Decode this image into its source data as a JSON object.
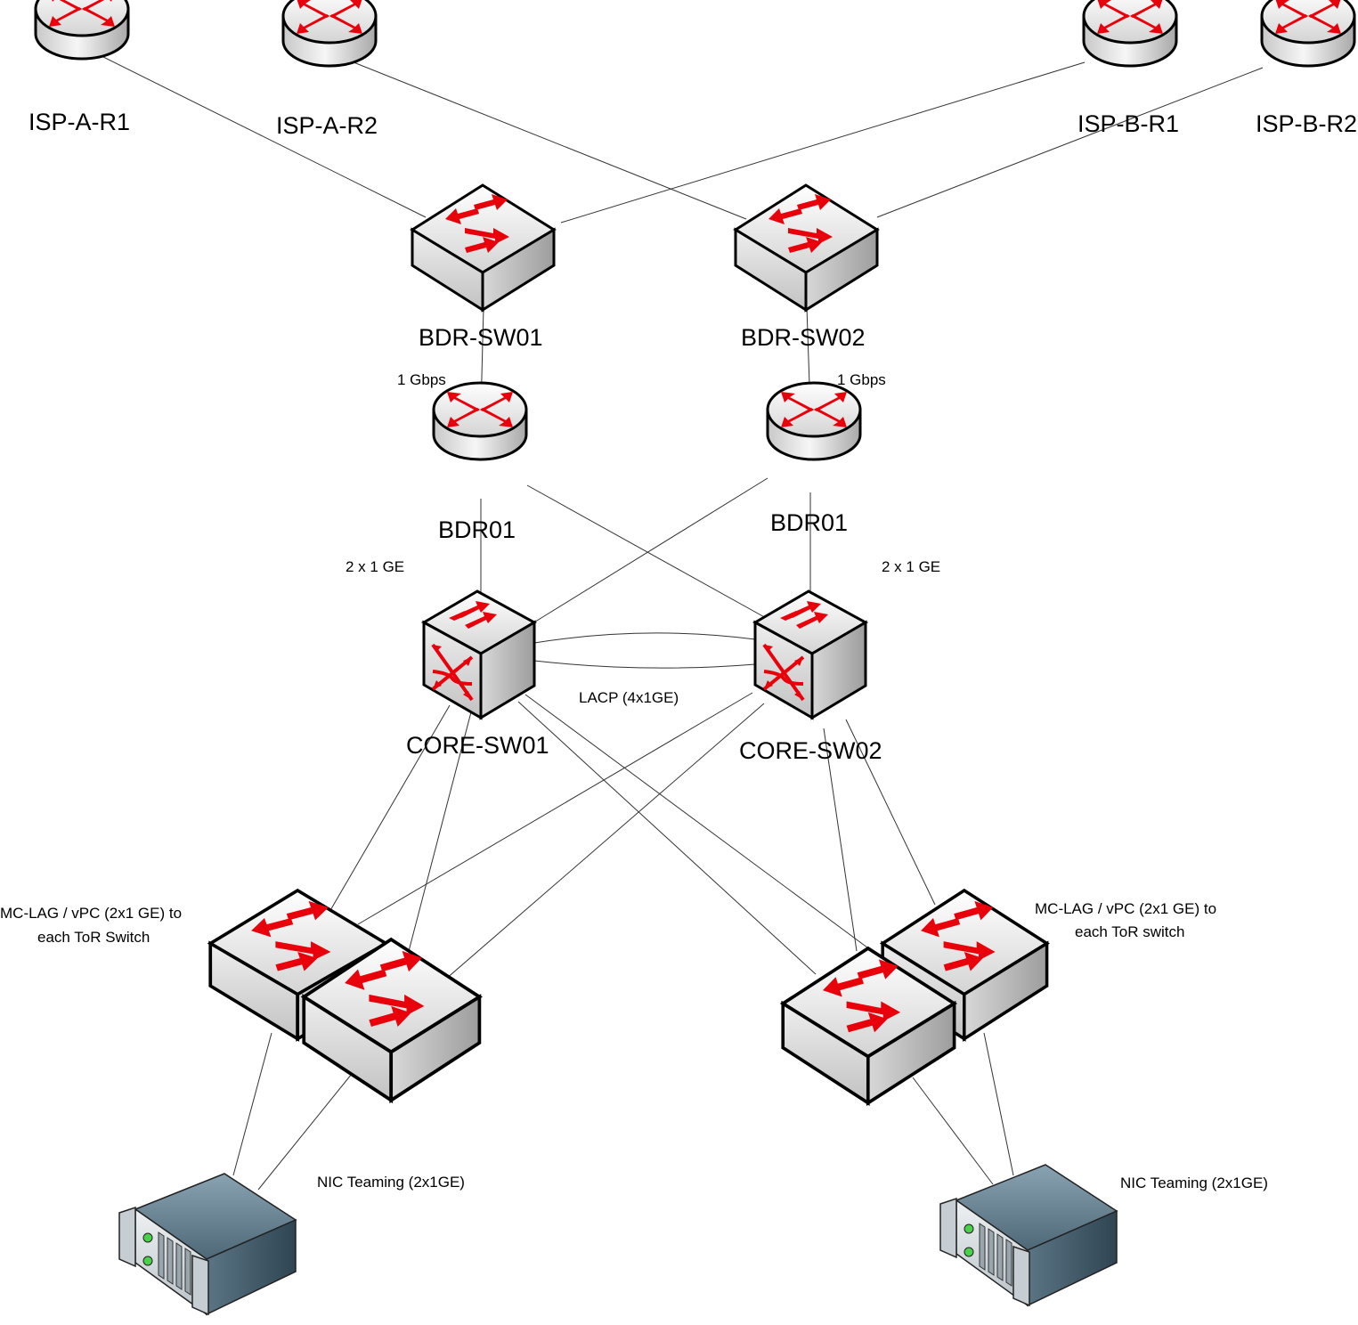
{
  "nodes": {
    "isp_a_r1": "ISP-A-R1",
    "isp_a_r2": "ISP-A-R2",
    "isp_b_r1": "ISP-B-R1",
    "isp_b_r2": "ISP-B-R2",
    "bdr_sw01": "BDR-SW01",
    "bdr_sw02": "BDR-SW02",
    "bdr01_left": "BDR01",
    "bdr01_right": "BDR01",
    "core_sw01": "CORE-SW01",
    "core_sw02": "CORE-SW02"
  },
  "link_labels": {
    "bdr_left_speed": "1 Gbps",
    "bdr_right_speed": "1 Gbps",
    "core_left_uplink": "2 x 1 GE",
    "core_right_uplink": "2 x 1 GE",
    "core_lacp": "LACP (4x1GE)",
    "tor_left_line1": "MC-LAG / vPC (2x1 GE) to",
    "tor_left_line2": "each ToR Switch",
    "tor_right_line1": "MC-LAG / vPC  (2x1 GE) to",
    "tor_right_line2": "each ToR switch",
    "nic_left": "NIC Teaming (2x1GE)",
    "nic_right": "NIC Teaming (2x1GE)"
  },
  "colors": {
    "arrow_red": "#e8000b",
    "server_blue": "#6d8797"
  },
  "icons": [
    "router-icon",
    "switch-icon",
    "core-switch-icon",
    "server-icon"
  ]
}
